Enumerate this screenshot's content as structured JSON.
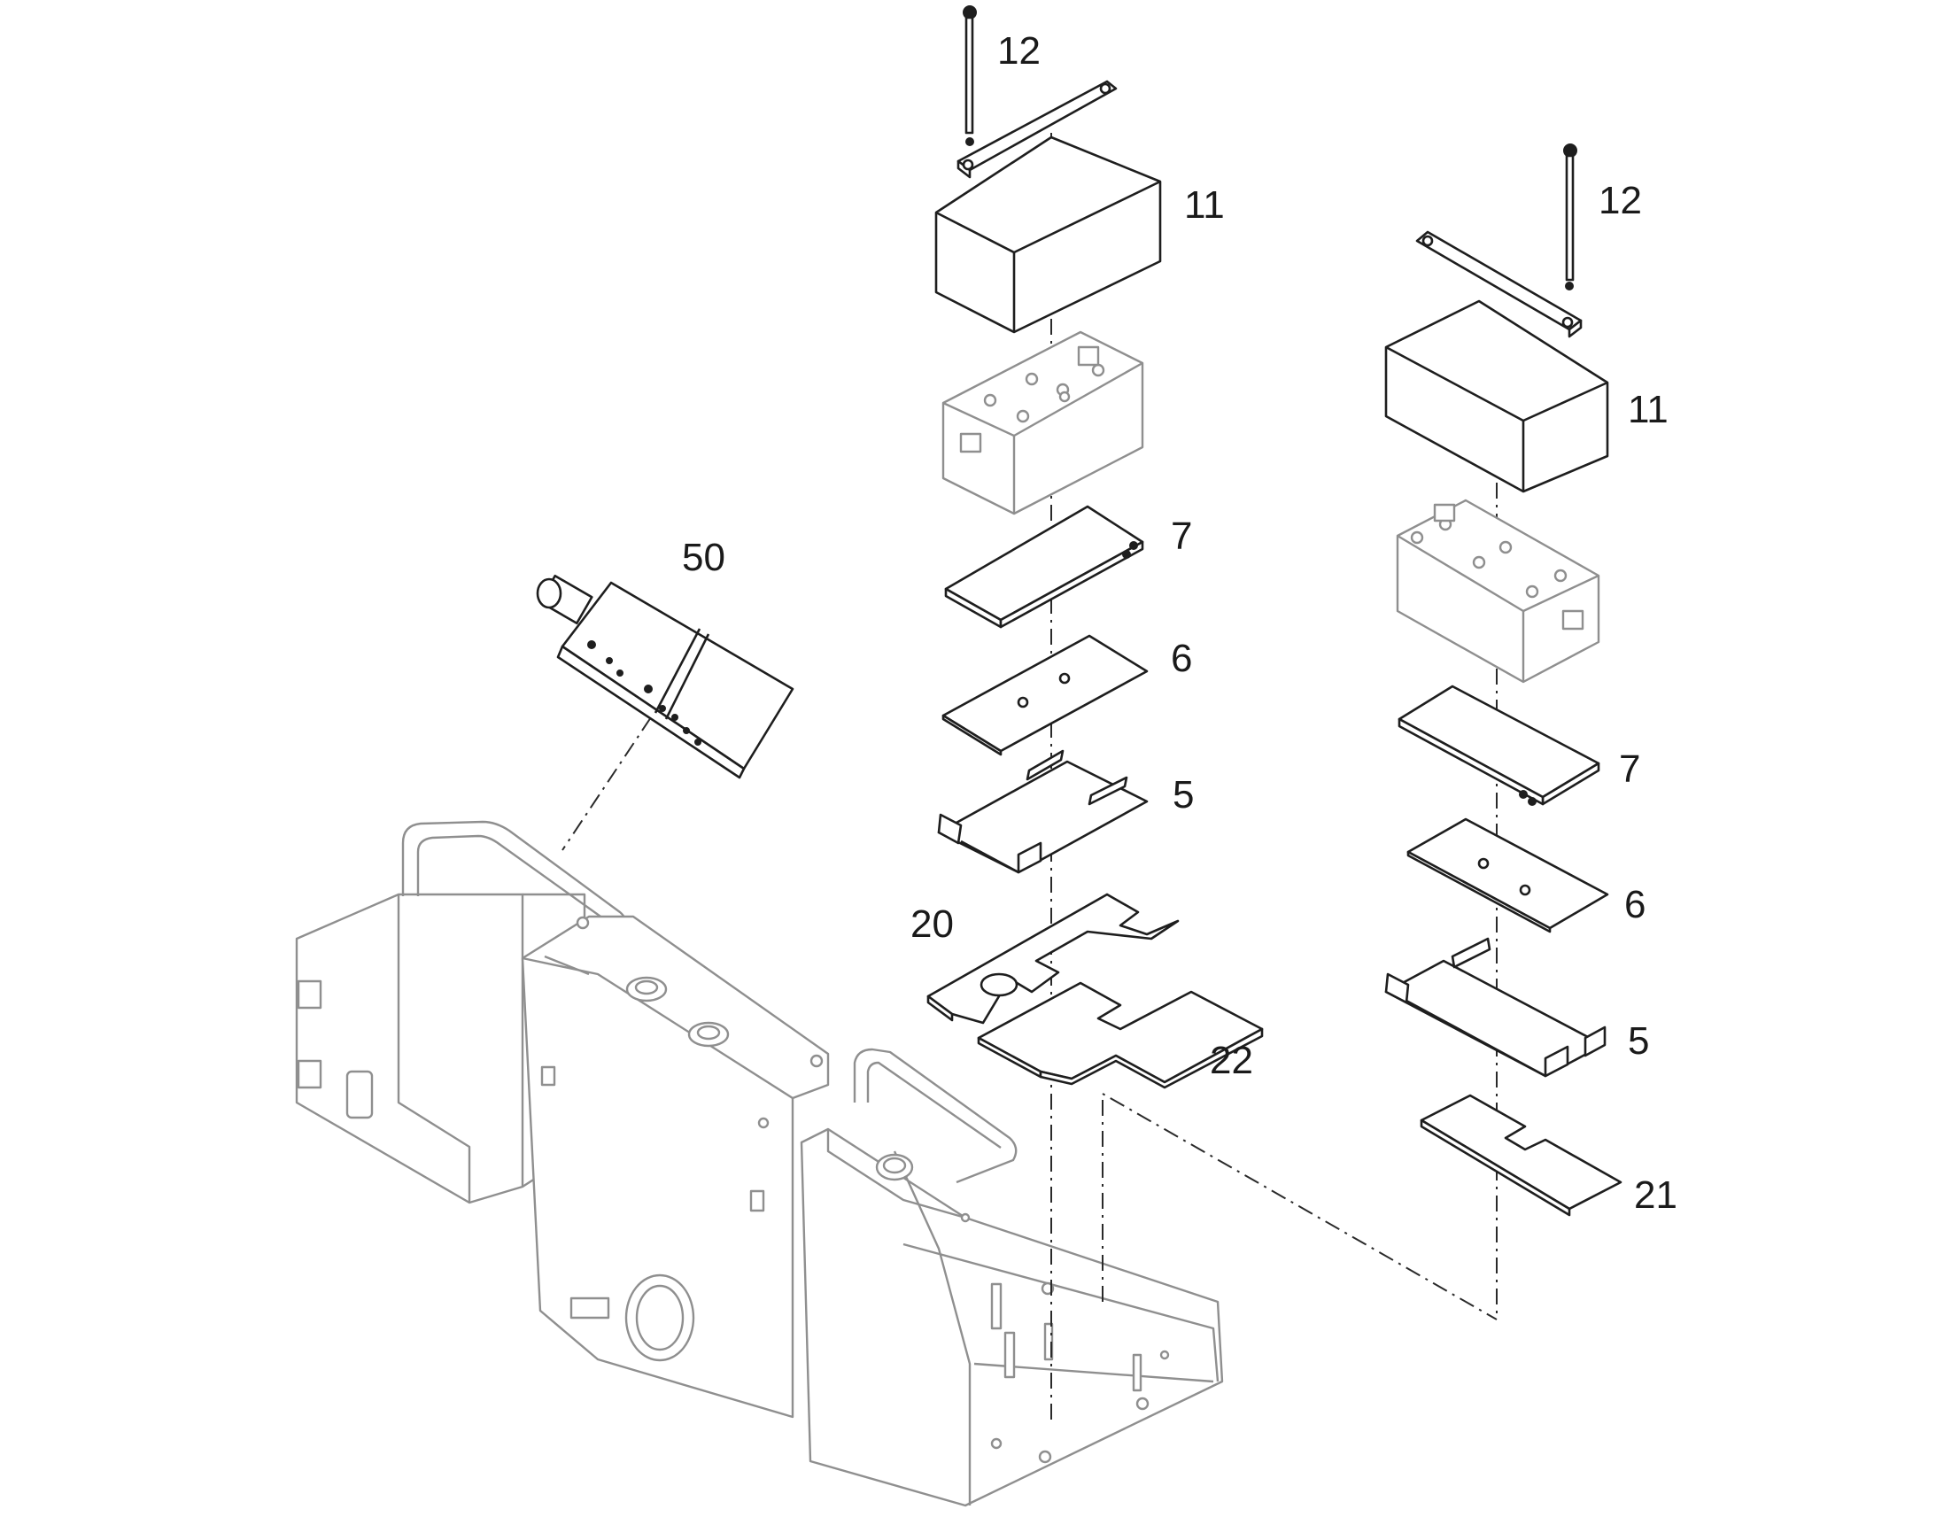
{
  "callouts": {
    "c50": "50",
    "c12a": "12",
    "c11a": "11",
    "c7a": "7",
    "c6a": "6",
    "c5a": "5",
    "c20": "20",
    "c22": "22",
    "c12b": "12",
    "c11b": "11",
    "c7b": "7",
    "c6b": "6",
    "c5b": "5",
    "c21": "21"
  },
  "colors": {
    "part_outline": "#1e1e1e",
    "frame_outline": "#8f8f8f",
    "label_text": "#1a1a1a",
    "background": "#ffffff"
  }
}
